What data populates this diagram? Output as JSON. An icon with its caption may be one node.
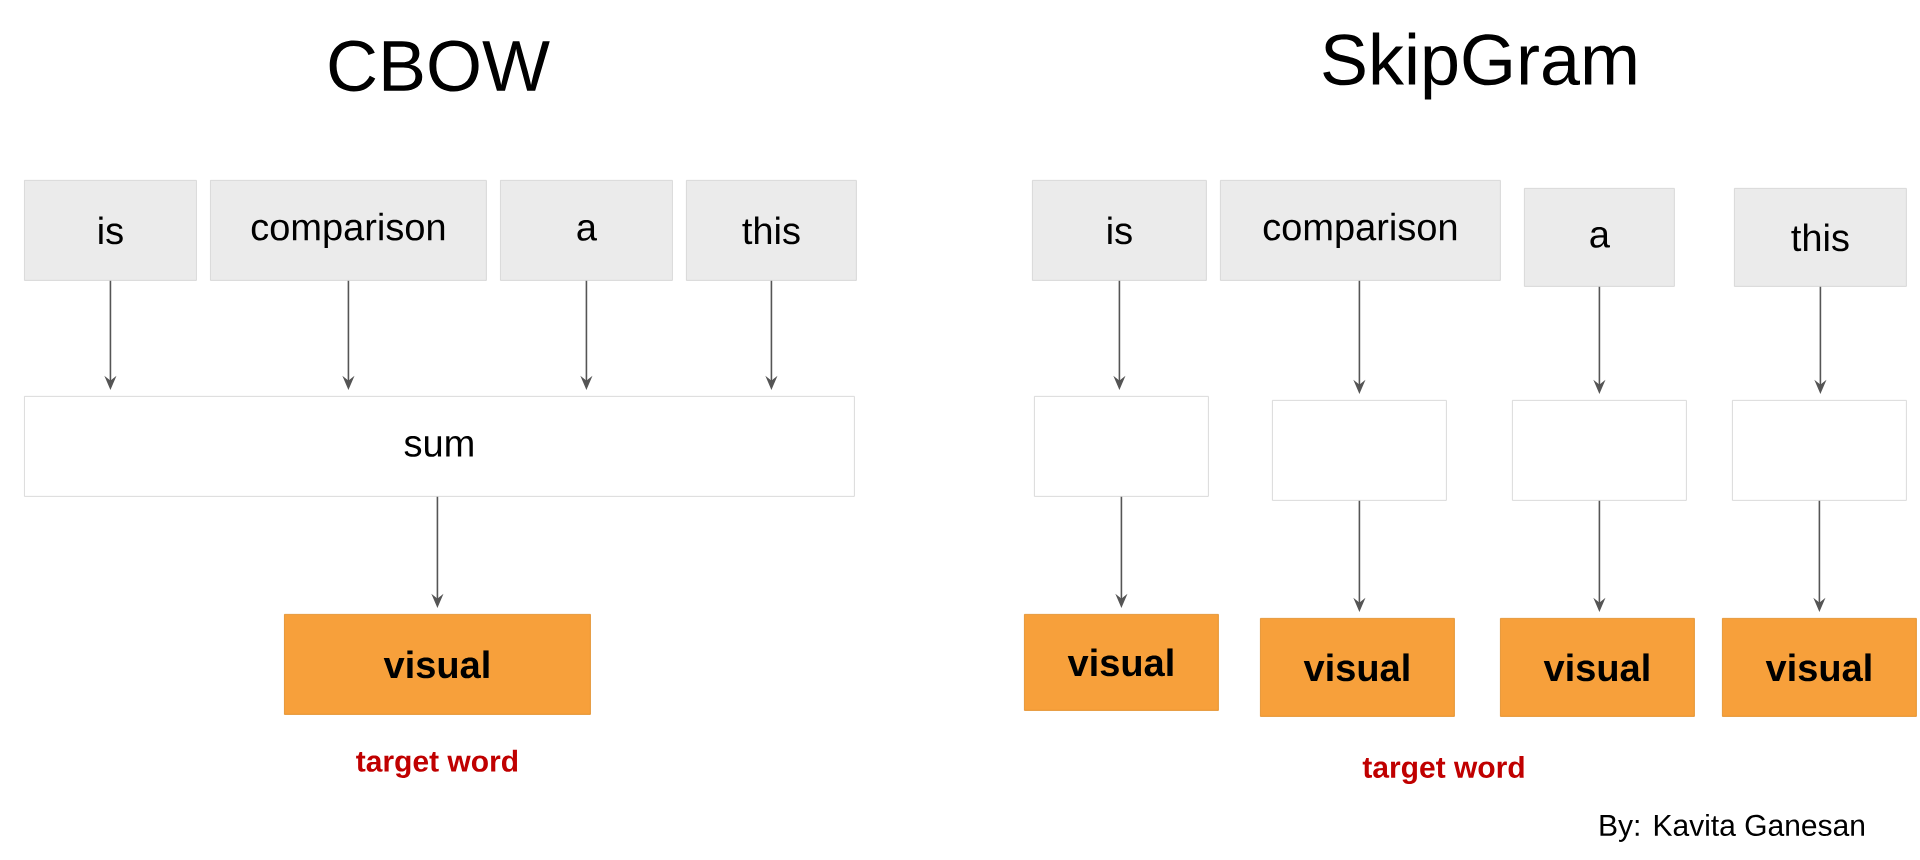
{
  "diagram": {
    "nodes": [
      {
        "text": [
          "is"
        ]
      },
      {
        "text": [
          "comparison"
        ]
      },
      {
        "text": [
          "a"
        ]
      },
      {
        "text": [
          "this"
        ]
      },
      {
        "text": [
          "sum"
        ]
      },
      {
        "text": [
          "visual"
        ],
        "beside": [
          "target word"
        ]
      },
      {
        "text": [
          "is"
        ]
      },
      {
        "text": [
          "comparison"
        ]
      },
      {
        "text": [
          "a"
        ]
      },
      {
        "text": [
          "this"
        ]
      },
      {
        "text": [],
        "shape": "box"
      },
      {
        "text": [],
        "shape": "box"
      },
      {
        "text": [],
        "shape": "box"
      },
      {
        "text": [],
        "shape": "box"
      },
      {
        "text": [
          "visual"
        ]
      },
      {
        "text": [
          "visual"
        ]
      },
      {
        "text": [
          "visual"
        ]
      },
      {
        "text": [
          "visual"
        ]
      }
    ],
    "edges": [
      {
        "from": 0,
        "to": 4,
        "arrow": "to"
      },
      {
        "from": 1,
        "to": 4,
        "arrow": "to"
      },
      {
        "from": 2,
        "to": 4,
        "arrow": "to"
      },
      {
        "from": 3,
        "to": 4,
        "arrow": "to"
      },
      {
        "from": 4,
        "to": 5,
        "arrow": "to"
      },
      {
        "from": 6,
        "to": 10,
        "arrow": "to"
      },
      {
        "from": 7,
        "to": 11,
        "arrow": "to"
      },
      {
        "from": 8,
        "to": 12,
        "arrow": "to"
      },
      {
        "from": 9,
        "to": 13,
        "arrow": "to"
      },
      {
        "from": 10,
        "to": 14,
        "arrow": "to"
      },
      {
        "from": 11,
        "to": 15,
        "arrow": "to"
      },
      {
        "from": 12,
        "to": 16,
        "arrow": "to"
      },
      {
        "from": 13,
        "to": 17,
        "arrow": "to"
      }
    ],
    "labels": [
      "CBOW",
      "SkipGram",
      "target word",
      "By: Kavita Ganesan"
    ]
  }
}
